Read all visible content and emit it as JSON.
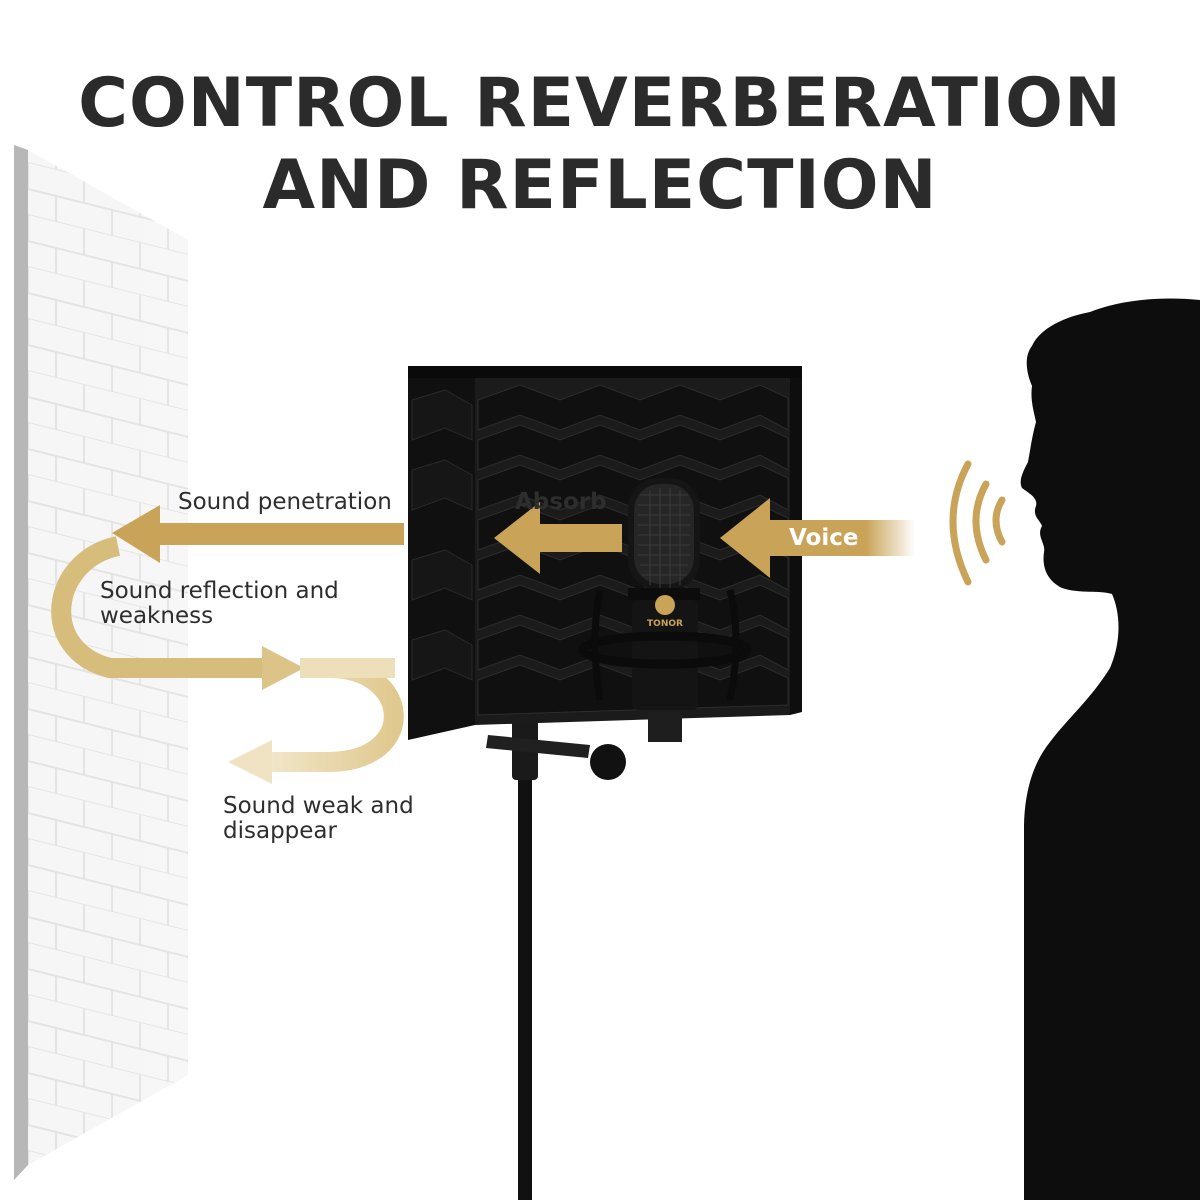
{
  "headline": {
    "line1": "CONTROL REVERBERATION",
    "line2": "AND REFLECTION"
  },
  "labels": {
    "sound_penetration": "Sound penetration",
    "absorb": "Absorb",
    "voice": "Voice",
    "reflection_line1": "Sound reflection and",
    "reflection_line2": "weakness",
    "weak_line1": "Sound weak and",
    "weak_line2": "disappear"
  },
  "product": {
    "mic_brand": "TONOR"
  },
  "colors": {
    "gold": "#c9a458",
    "gold_light": "#e8d7ad",
    "headline": "#2b2b2b",
    "silhouette": "#0d0d0d",
    "foam": "#1b1b1b"
  },
  "icons": [
    "sound-wave-icon",
    "arrow-left-icon",
    "arrow-right-icon",
    "u-turn-arrow-icon"
  ]
}
